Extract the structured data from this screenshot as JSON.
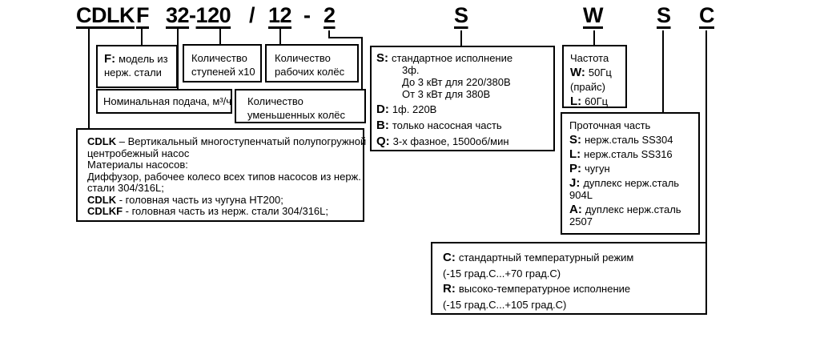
{
  "header": {
    "cdlk": "CDLK",
    "f": "F",
    "flow_a": "32",
    "flow_hyphen": "-",
    "flow_b": "120",
    "slash": "/",
    "stages": "12",
    "dash": "-",
    "reduced": "2",
    "variant": "S",
    "frequency": "W",
    "wet_end": "S",
    "temperature": "C"
  },
  "boxes": {
    "f_model": {
      "prefix": "F:",
      "text": "модель из нерж. стали"
    },
    "stages_x10": {
      "text": "Количество ступеней x10"
    },
    "impellers": {
      "text": "Количество рабочих колёс"
    },
    "nominal_flow": {
      "text": "Номинальная подача, м³/ч"
    },
    "reduced_impellers": {
      "text": "Количество уменьшенных колёс"
    },
    "cdlk_description": {
      "lines": [
        {
          "bold": "CDLK",
          "text": " – Вертикальный многоступенчатый полупогружной"
        },
        {
          "bold": "",
          "text": "центробежный насос"
        },
        {
          "bold": "",
          "text": "Материалы насосов:"
        },
        {
          "bold": "",
          "text": "Диффузор, рабочее колесо всех типов насосов из нерж."
        },
        {
          "bold": "",
          "text": "стали 304/316L;"
        },
        {
          "bold": "CDLK",
          "text": " - головная часть из чугуна НТ200;"
        },
        {
          "bold": "CDLKF",
          "text": " - головная часть из нерж. стали 304/316L;"
        }
      ]
    },
    "variant": {
      "rows": [
        {
          "prefix": "S:",
          "text": "стандартное исполнение"
        },
        {
          "prefix": "",
          "text": "3ф."
        },
        {
          "prefix": "",
          "text": "До 3 кВт для 220/380В"
        },
        {
          "prefix": "",
          "text": "От 3 кВт для 380В"
        },
        {
          "prefix": "D:",
          "text": "1ф. 220В"
        },
        {
          "prefix": "B:",
          "text": "только насосная часть"
        },
        {
          "prefix": "Q:",
          "text": "3-х фазное, 1500об/мин"
        }
      ]
    },
    "frequency": {
      "title": "Частота",
      "rows": [
        {
          "prefix": "W:",
          "text": "50Гц"
        },
        {
          "prefix": "",
          "text": "(прайс)"
        },
        {
          "prefix": "L:",
          "text": "60Гц"
        }
      ]
    },
    "wet_end": {
      "title": "Проточная часть",
      "rows": [
        {
          "prefix": "S:",
          "text": "нерж.сталь SS304"
        },
        {
          "prefix": "L:",
          "text": "нерж.сталь SS316"
        },
        {
          "prefix": "P:",
          "text": "чугун"
        },
        {
          "prefix": "J:",
          "text": "дуплекс нерж.сталь 904L"
        },
        {
          "prefix": "A:",
          "text": "дуплекс нерж.сталь 2507"
        }
      ]
    },
    "temperature": {
      "rows": [
        {
          "prefix": "C:",
          "text": "стандартный температурный режим"
        },
        {
          "prefix": "",
          "text": "(-15 град.С...+70 град.С)"
        },
        {
          "prefix": "R:",
          "text": "высоко-температурное исполнение"
        },
        {
          "prefix": "",
          "text": "(-15 град.С...+105 град.С)"
        }
      ]
    }
  }
}
